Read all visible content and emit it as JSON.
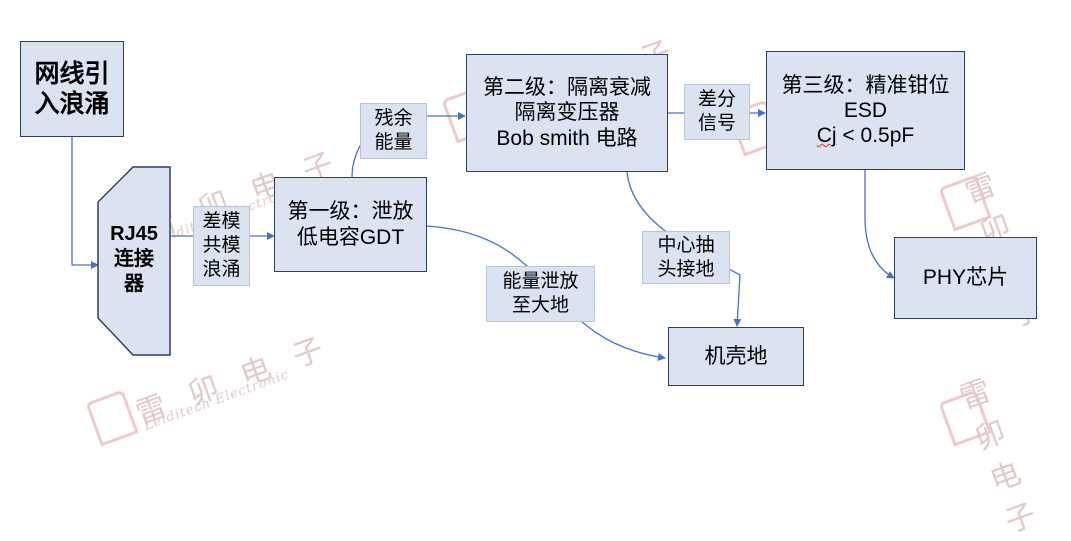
{
  "diagram": {
    "nodes": {
      "surge_in": "网线引\n入浪涌",
      "rj45": "RJ45\n连接\n器",
      "stage1": "第一级：泄放\n低电容GDT",
      "stage2": "第二级：隔离衰减\n隔离变压器\nBob smith 电路",
      "stage3_title": "第三级：精准钳位",
      "stage3_line2": "ESD",
      "stage3_line3_cj": "Cj",
      "stage3_line3_rest": " < 0.5pF",
      "phy": "PHY芯片",
      "chassis": "机壳地"
    },
    "edge_labels": {
      "diff_common": "差模\n共模\n浪涌",
      "residual": "残余\n能量",
      "diff_signal": "差分\n信号",
      "center_tap": "中心抽\n头接地",
      "energy_release": "能量泄放\n至大地"
    }
  },
  "watermark": {
    "cn": "雷 卯 电 子",
    "en": "Leiditech Electronic"
  },
  "colors": {
    "box_fill": "#dbe2f0",
    "box_border": "#2f3f5f",
    "arrow": "#4a72c4",
    "watermark": "#e3c9c9"
  }
}
